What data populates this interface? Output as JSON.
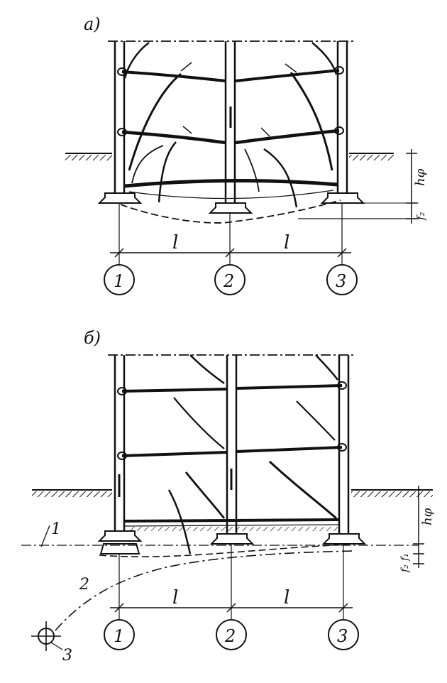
{
  "panels": [
    {
      "id": "a",
      "label": "а)",
      "axes": [
        "1",
        "2",
        "3"
      ],
      "span_labels": [
        "l",
        "l"
      ],
      "depth_labels": [
        "hφ",
        "f₂"
      ]
    },
    {
      "id": "b",
      "label": "б)",
      "axes": [
        "1",
        "2",
        "3"
      ],
      "span_labels": [
        "l",
        "l"
      ],
      "depth_labels": [
        "hφ",
        "f₁",
        "f₂"
      ],
      "callouts": [
        "1",
        "2",
        "3"
      ]
    }
  ],
  "colors": {
    "ink": "#111111",
    "background": "#ffffff"
  }
}
